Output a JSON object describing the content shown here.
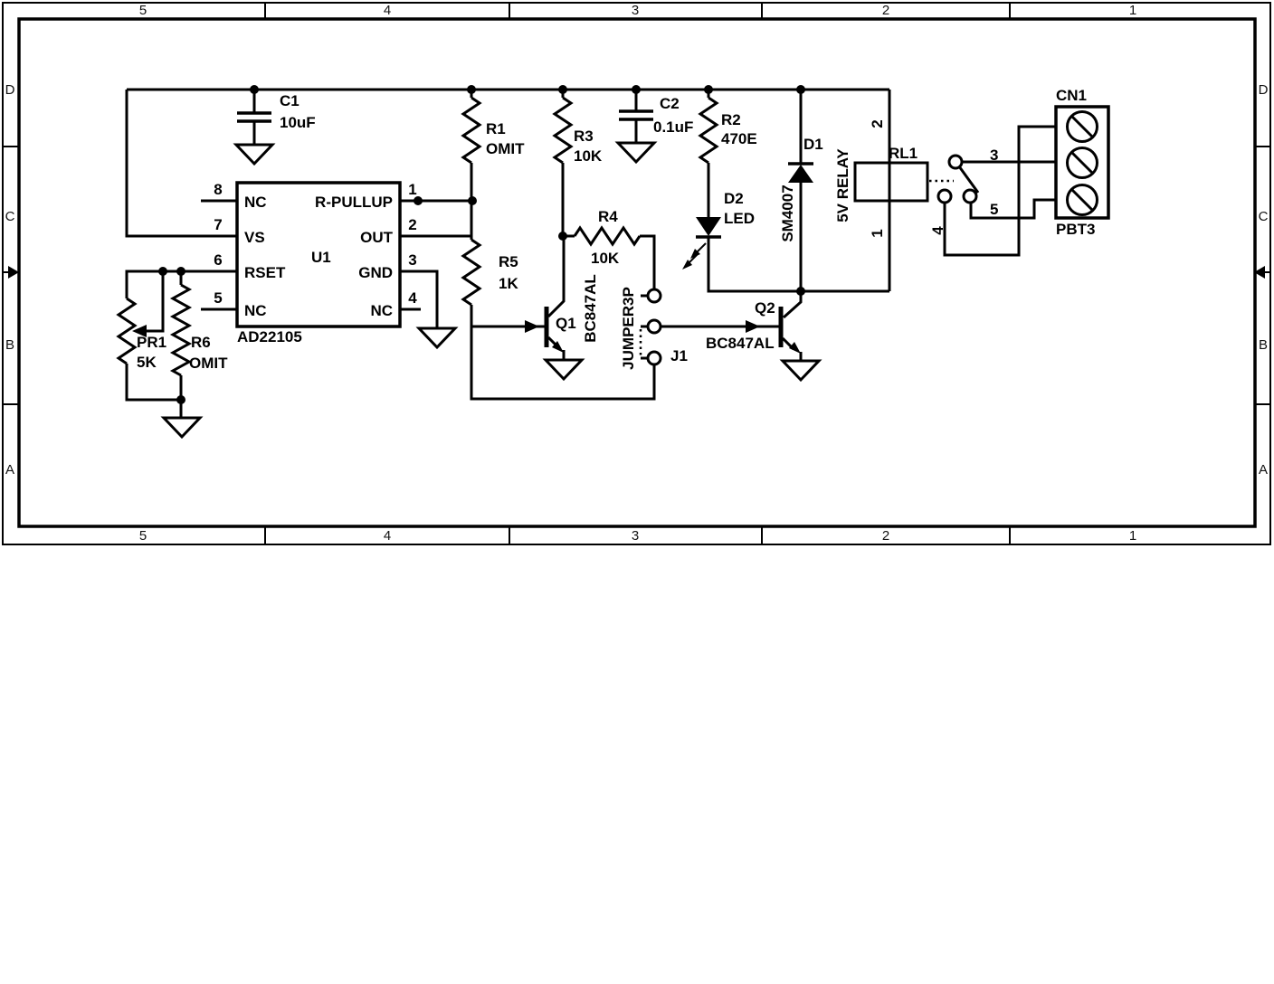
{
  "colors": {
    "ink": "#000000",
    "paper": "#ffffff"
  },
  "frame": {
    "cols": [
      "5",
      "4",
      "3",
      "2",
      "1"
    ],
    "rows": [
      "D",
      "C",
      "B",
      "A"
    ]
  },
  "ic_u1": {
    "ref": "U1",
    "part": "AD22105",
    "pins_left": [
      {
        "n": "8",
        "name": "NC"
      },
      {
        "n": "7",
        "name": "VS"
      },
      {
        "n": "6",
        "name": "RSET"
      },
      {
        "n": "5",
        "name": "NC"
      }
    ],
    "pins_right": [
      {
        "n": "1",
        "name": "R-PULLUP"
      },
      {
        "n": "2",
        "name": "OUT"
      },
      {
        "n": "3",
        "name": "GND"
      },
      {
        "n": "4",
        "name": "NC"
      }
    ]
  },
  "parts": {
    "c1": {
      "ref": "C1",
      "value": "10uF"
    },
    "c2": {
      "ref": "C2",
      "value": "0.1uF"
    },
    "r1": {
      "ref": "R1",
      "value": "OMIT"
    },
    "r2": {
      "ref": "R2",
      "value": "470E"
    },
    "r3": {
      "ref": "R3",
      "value": "10K"
    },
    "r4": {
      "ref": "R4",
      "value": "10K"
    },
    "r5": {
      "ref": "R5",
      "value": "1K"
    },
    "r6": {
      "ref": "R6",
      "value": "OMIT"
    },
    "pr1": {
      "ref": "PR1",
      "value": "5K"
    },
    "d1": {
      "ref": "D1",
      "value": "SM4007"
    },
    "d2": {
      "ref": "D2",
      "value": "LED"
    },
    "q1": {
      "ref": "Q1",
      "value": "BC847AL"
    },
    "q2": {
      "ref": "Q2",
      "value": "BC847AL"
    },
    "j1": {
      "ref": "J1",
      "value": "JUMPER3P"
    },
    "rl1": {
      "ref": "RL1",
      "value": "5V RELAY",
      "pin2": "2",
      "pin1": "1",
      "contact3": "3",
      "contact4": "4",
      "contact5": "5"
    },
    "cn1": {
      "ref": "CN1",
      "value": "PBT3"
    }
  }
}
